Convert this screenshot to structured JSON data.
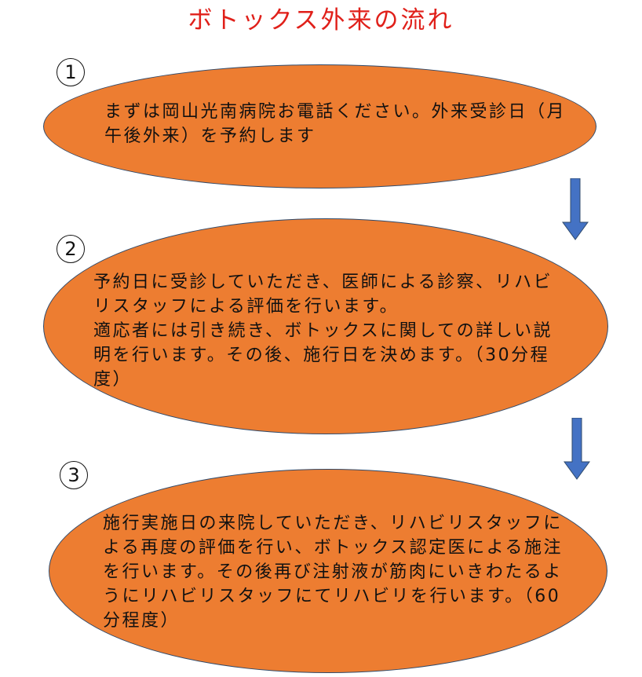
{
  "title": "ボトックス外来の流れ",
  "steps": [
    {
      "number": "1",
      "text": "まずは岡山光南病院お電話ください。外来受診日（月午後外来）を予約します"
    },
    {
      "number": "2",
      "text": "予約日に受診していただき、医師による診察、リハビリスタッフによる評価を行います。\n適応者には引き続き、ボトックスに関しての詳しい説明を行います。その後、施行日を決めます。（30分程度）"
    },
    {
      "number": "3",
      "text": "施行実施日の来院していただき、リハビリスタッフによる再度の評価を行い、ボトックス認定医による施注を行います。その後再び注射液が筋肉にいきわたるようにリハビリスタッフにてリハビリを行います。（60分程度）"
    }
  ],
  "colors": {
    "title": "#e0201a",
    "ellipse_fill": "#ed7d31",
    "ellipse_border": "#2f4a6b",
    "arrow": "#4472c4"
  },
  "icons": [
    "down-arrow-icon"
  ]
}
